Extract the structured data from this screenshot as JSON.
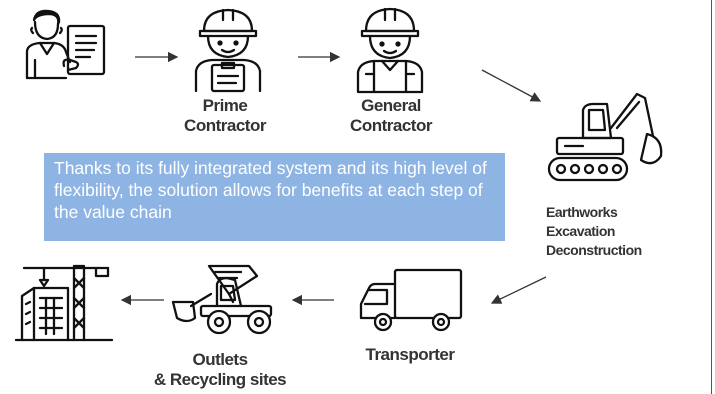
{
  "diagram": {
    "nodes": {
      "client": {
        "icon": "client-with-document-icon"
      },
      "prime_contractor": {
        "icon": "worker-with-clipboard-icon",
        "label_lines": [
          "Prime",
          "Contractor"
        ]
      },
      "general_contractor": {
        "icon": "worker-with-helmet-icon",
        "label_lines": [
          "General",
          "Contractor"
        ]
      },
      "earthworks": {
        "icon": "excavator-icon",
        "label_lines": [
          "Earthworks",
          "Excavation",
          "Deconstruction"
        ]
      },
      "transporter": {
        "icon": "truck-icon",
        "label_lines": [
          "Transporter"
        ]
      },
      "outlets": {
        "icon": "wheel-loader-icon",
        "label_lines": [
          "Outlets",
          "& Recycling sites"
        ]
      },
      "construction_site": {
        "icon": "building-crane-icon"
      }
    },
    "callout": {
      "text": "Thanks to its fully integrated system and its high level of flexibility, the solution allows for benefits at each step of the value chain",
      "background": "#8db4e2"
    },
    "colors": {
      "icon_stroke": "#111111",
      "label": "#333333",
      "arrow": "#333333"
    }
  }
}
